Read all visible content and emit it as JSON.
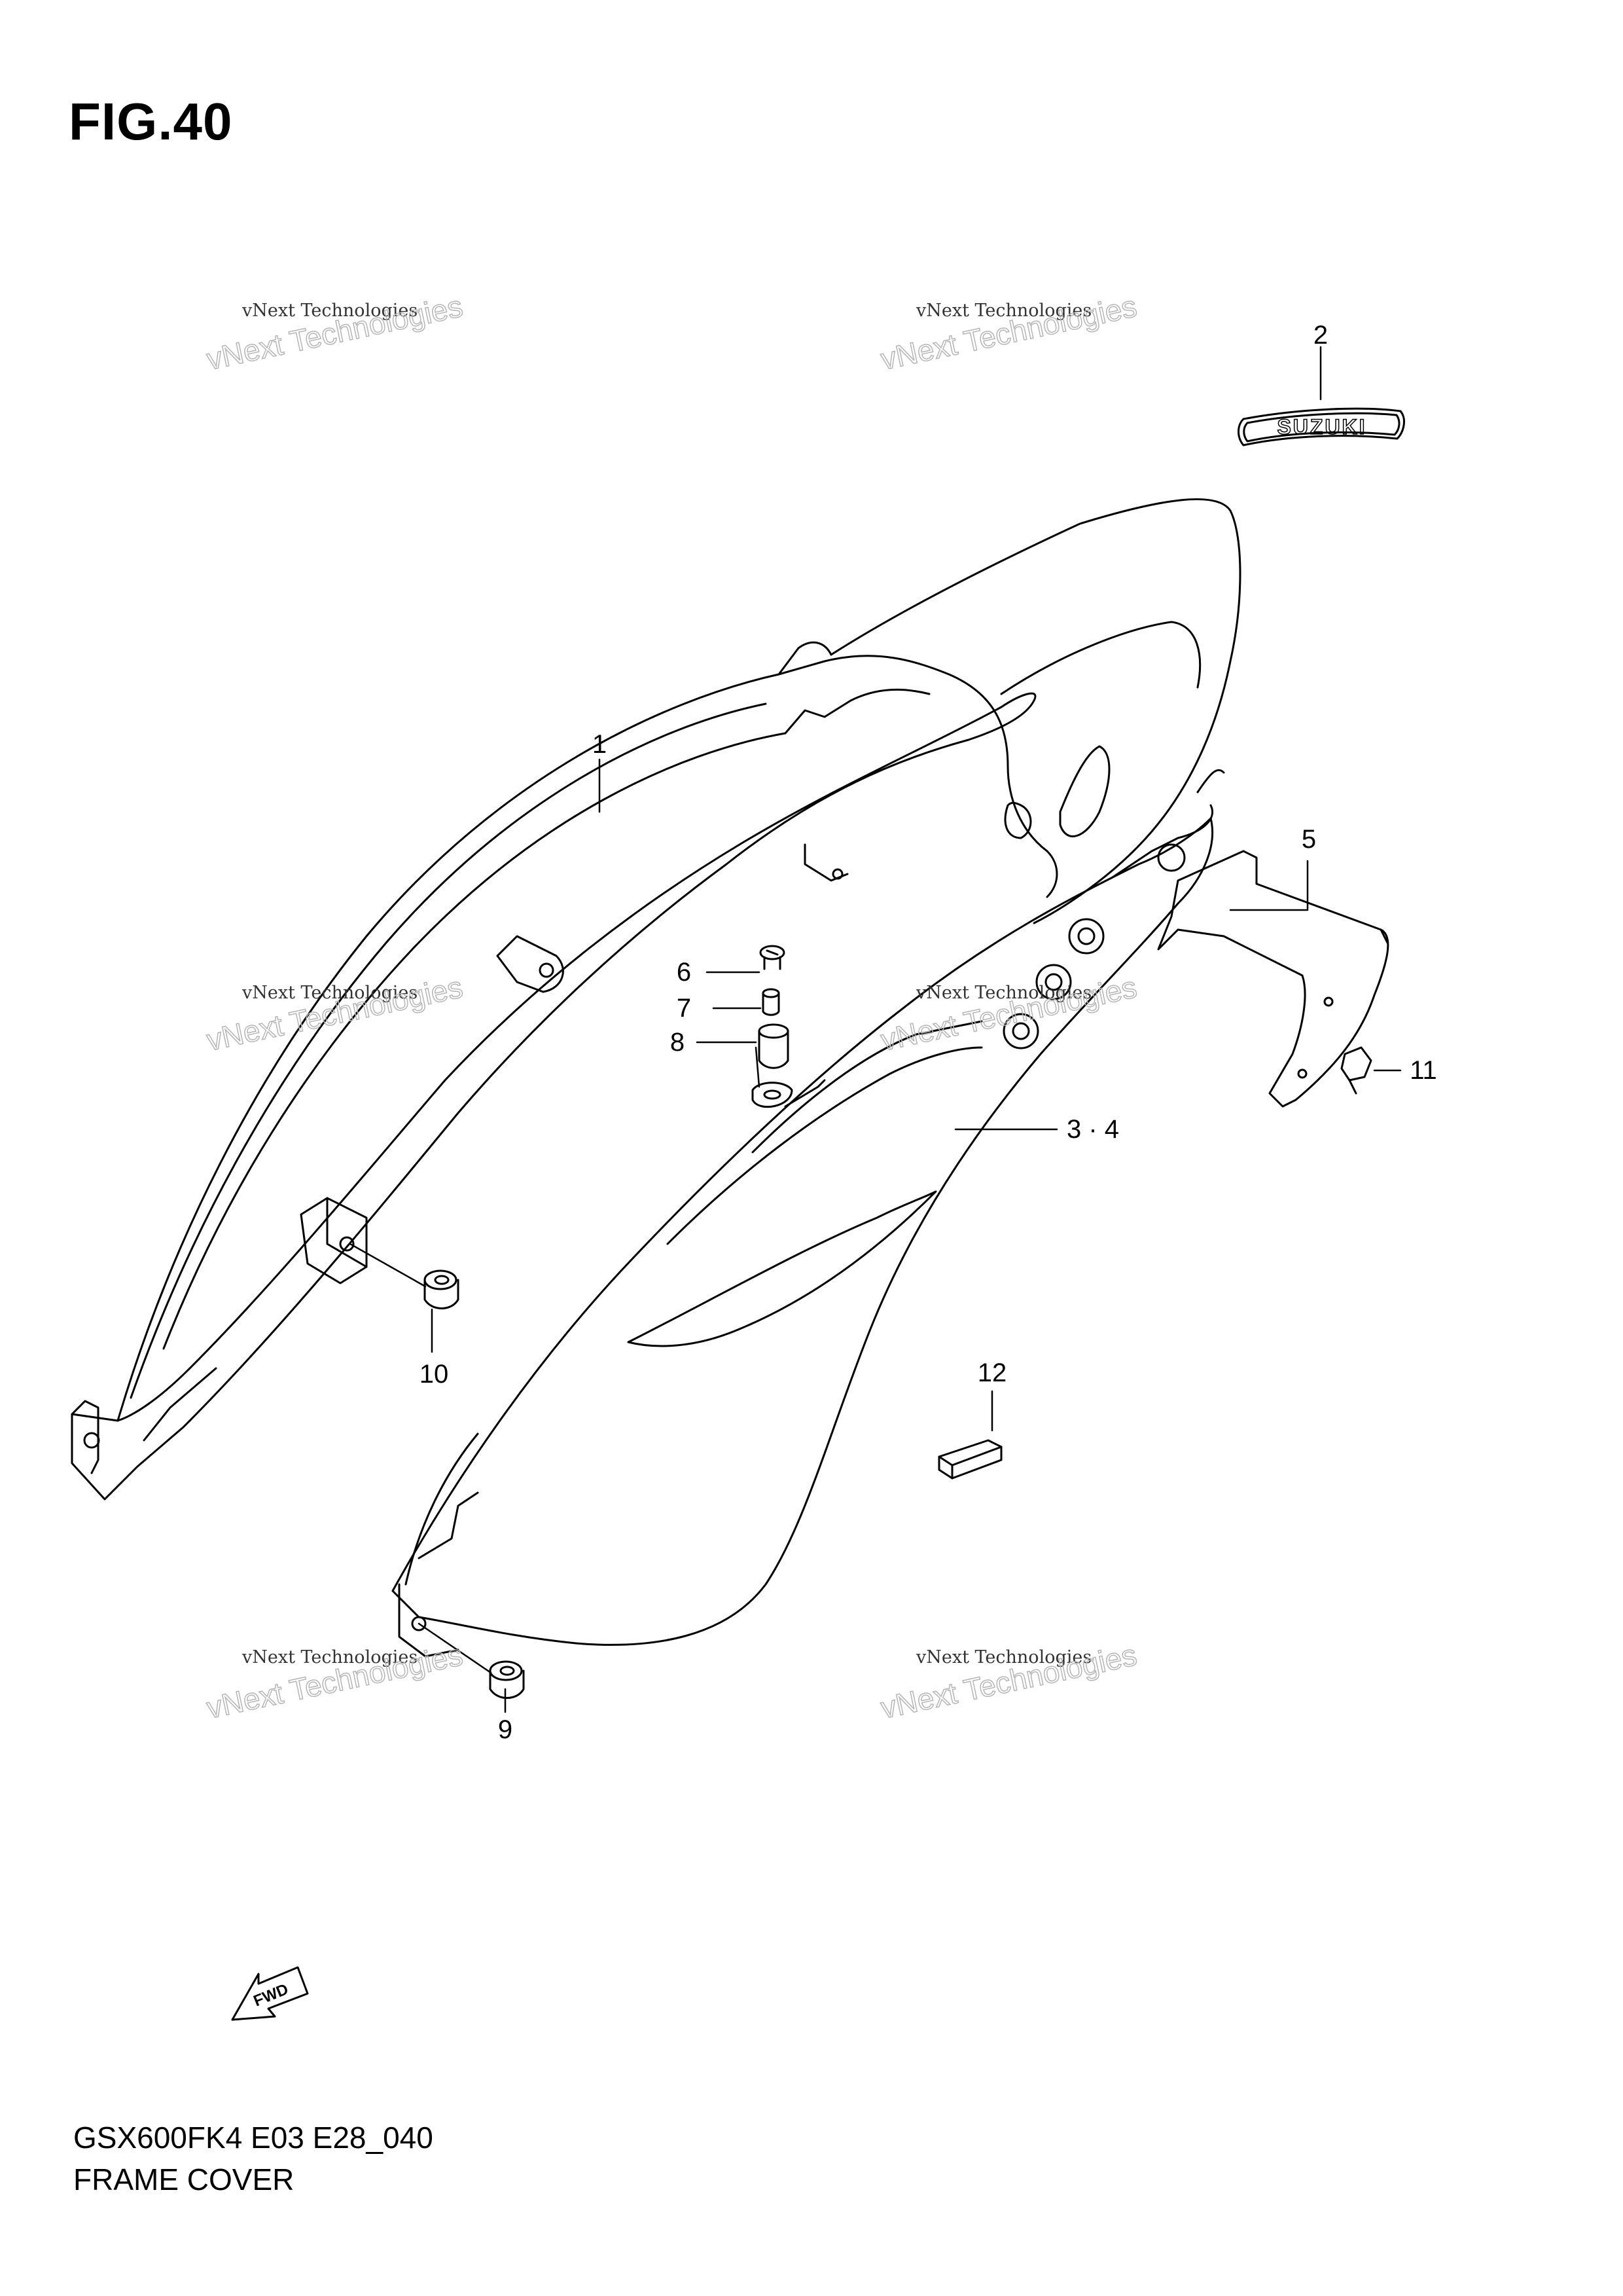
{
  "figure_title": "FIG.40",
  "model_code": "GSX600FK4 E03 E28_040",
  "caption": "FRAME COVER",
  "callouts": [
    {
      "id": "1",
      "label": "1"
    },
    {
      "id": "2",
      "label": "2"
    },
    {
      "id": "3-4",
      "label": "3 · 4"
    },
    {
      "id": "5",
      "label": "5"
    },
    {
      "id": "6",
      "label": "6"
    },
    {
      "id": "7",
      "label": "7"
    },
    {
      "id": "8",
      "label": "8"
    },
    {
      "id": "9",
      "label": "9"
    },
    {
      "id": "10",
      "label": "10"
    },
    {
      "id": "11",
      "label": "11"
    },
    {
      "id": "12",
      "label": "12"
    }
  ],
  "emblem_text": "SUZUKI",
  "forward_arrow_text": "FWD",
  "watermark": {
    "line1": "vNext Technologies",
    "line2": "vNext Technologies"
  }
}
